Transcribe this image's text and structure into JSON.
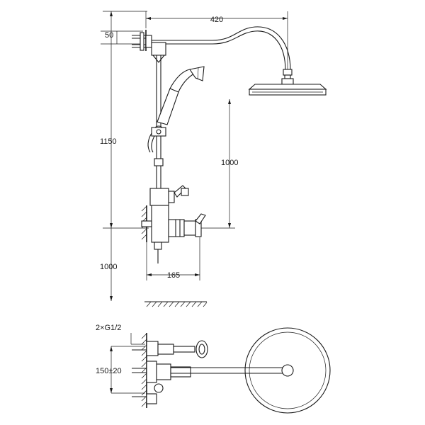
{
  "dimensions": {
    "top_width": "420",
    "wall_offset": "50",
    "total_height": "1150",
    "head_height": "1000",
    "floor_height": "1000",
    "mixer_depth": "165",
    "inlet_thread": "2×G1/2",
    "inlet_spacing": "150±20"
  }
}
